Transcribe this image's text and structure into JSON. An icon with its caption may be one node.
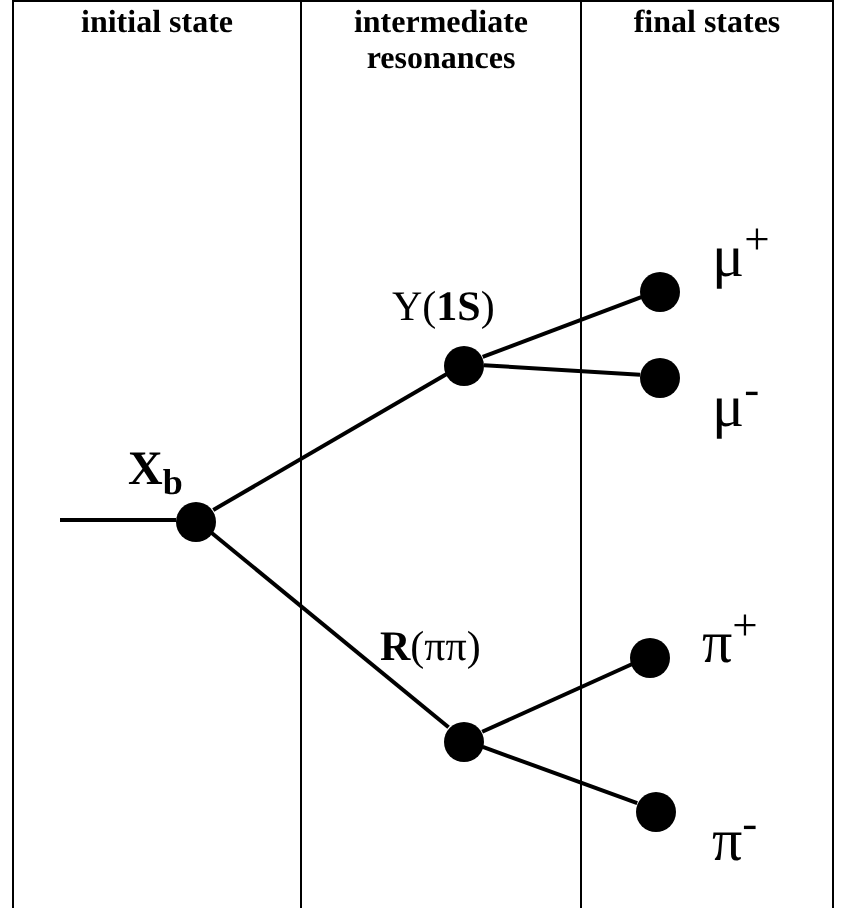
{
  "diagram": {
    "nodes": [
      {
        "text": [
          "initial state"
        ]
      },
      {
        "text": [
          "intermediate resonances"
        ]
      },
      {
        "text": [
          "final states"
        ]
      },
      {
        "text": [
          "X$_{b}$"
        ],
        "in": 0
      },
      {
        "text": [
          "Υ(**1S**)"
        ],
        "in": 1
      },
      {
        "text": [
          "μ$^{+}$"
        ],
        "in": 2
      },
      {
        "text": [
          "μ$^{-}$"
        ],
        "in": 2
      },
      {
        "text": [
          "**R**(ππ)"
        ],
        "in": 1
      },
      {
        "text": [
          "π$^{+}$"
        ],
        "in": 2
      },
      {
        "text": [
          "π$^{-}$"
        ],
        "in": 2
      }
    ],
    "edges": [
      {
        "from": null,
        "to": 3,
        "arrow": "none"
      },
      {
        "from": 3,
        "to": 4,
        "arrow": "none"
      },
      {
        "from": 3,
        "to": 7,
        "arrow": "none"
      },
      {
        "from": 4,
        "to": 5,
        "arrow": "none"
      },
      {
        "from": 4,
        "to": 6,
        "arrow": "none"
      },
      {
        "from": 7,
        "to": 8,
        "arrow": "none"
      },
      {
        "from": 7,
        "to": 9,
        "arrow": "none"
      }
    ]
  }
}
